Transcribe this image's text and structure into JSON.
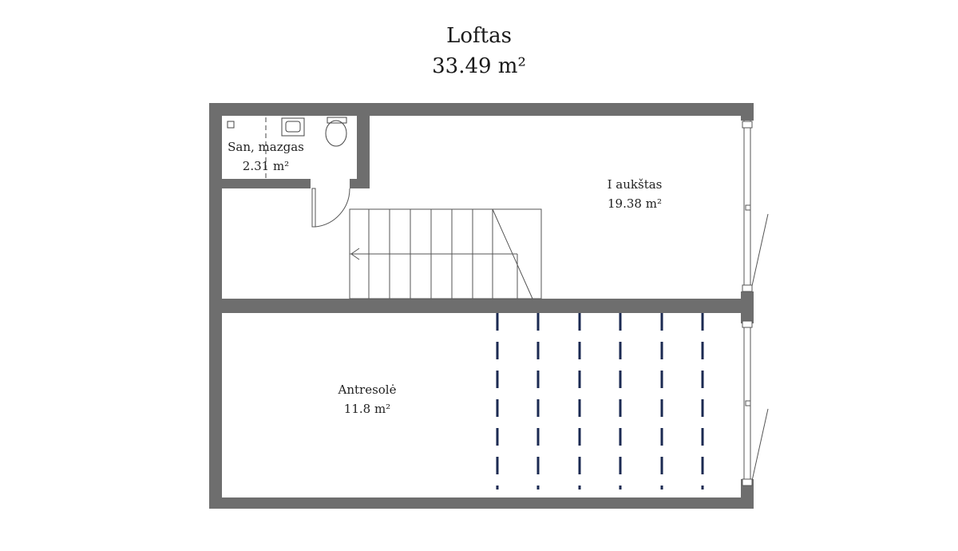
{
  "plan": {
    "title": "Loftas",
    "total_area": "33.49 m²",
    "rooms": [
      {
        "name": "San, mazgas",
        "area": "2.31 m²"
      },
      {
        "name": "I aukštas",
        "area": "19.38 m²"
      },
      {
        "name": "Antresolė",
        "area": "11.8 m²"
      }
    ]
  },
  "colors": {
    "wall": "#6e6e6e",
    "beam_dash": "#1b2a52",
    "line": "#555555"
  }
}
